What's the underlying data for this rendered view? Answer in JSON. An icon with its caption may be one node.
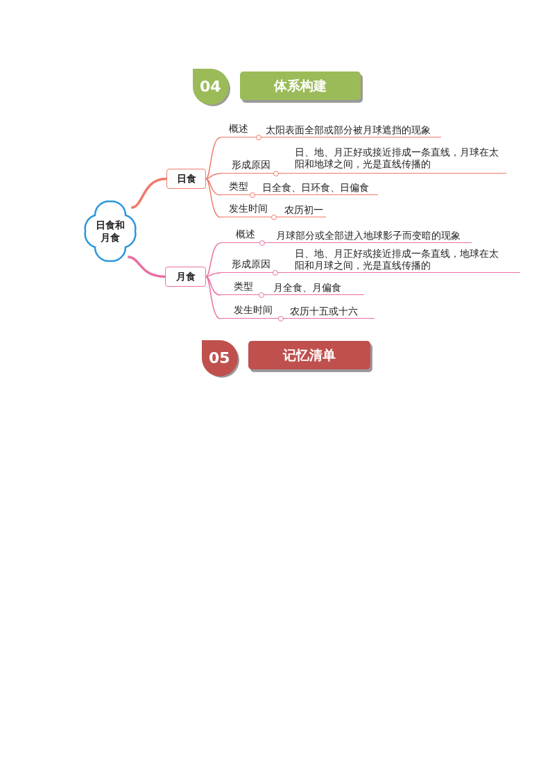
{
  "diagram": {
    "nodes": [
      {
        "text": [
          "04"
        ]
      },
      {
        "text": [
          "体系构建"
        ]
      },
      {
        "text": [
          "日食和月食"
        ]
      },
      {
        "text": [
          "日食"
        ]
      },
      {
        "text": [
          "概述",
          "太阳表面全部或部分被月球遮挡的现象"
        ]
      },
      {
        "text": [
          "形成原因",
          "日、地、月正好或接近排成一条直线，月球在太阳和地球之间，光是直线传播的"
        ]
      },
      {
        "text": [
          "类型",
          "日全食、日环食、日偏食"
        ]
      },
      {
        "text": [
          "发生时间",
          "农历初一"
        ]
      },
      {
        "text": [
          "月食"
        ]
      },
      {
        "text": [
          "概述",
          "月球部分或全部进入地球影子而变暗的现象"
        ]
      },
      {
        "text": [
          "形成原因",
          "日、地、月正好或接近排成一条直线，地球在太阳和月球之间，光是直线传播的"
        ]
      },
      {
        "text": [
          "类型",
          "月全食、月偏食"
        ]
      },
      {
        "text": [
          "发生时间",
          "农历十五或十六"
        ]
      },
      {
        "text": [
          "05"
        ]
      },
      {
        "text": [
          "记忆清单"
        ]
      }
    ],
    "edges": [
      {
        "from": 2,
        "to": 3,
        "arrow": "none",
        "style": "thick",
        "color": "#f07a6a"
      },
      {
        "from": 3,
        "to": 4,
        "arrow": "none",
        "color": "#f07a6a"
      },
      {
        "from": 3,
        "to": 5,
        "arrow": "none",
        "color": "#f07a6a"
      },
      {
        "from": 3,
        "to": 6,
        "arrow": "none",
        "color": "#f07a6a"
      },
      {
        "from": 3,
        "to": 7,
        "arrow": "none",
        "color": "#f07a6a"
      },
      {
        "from": 2,
        "to": 8,
        "arrow": "none",
        "style": "thick",
        "color": "#ea6fa3"
      },
      {
        "from": 8,
        "to": 9,
        "arrow": "none",
        "color": "#ea6fa3"
      },
      {
        "from": 8,
        "to": 10,
        "arrow": "none",
        "color": "#ea6fa3"
      },
      {
        "from": 8,
        "to": 11,
        "arrow": "none",
        "color": "#ea6fa3"
      },
      {
        "from": 8,
        "to": 12,
        "arrow": "none",
        "color": "#ea6fa3"
      }
    ]
  }
}
